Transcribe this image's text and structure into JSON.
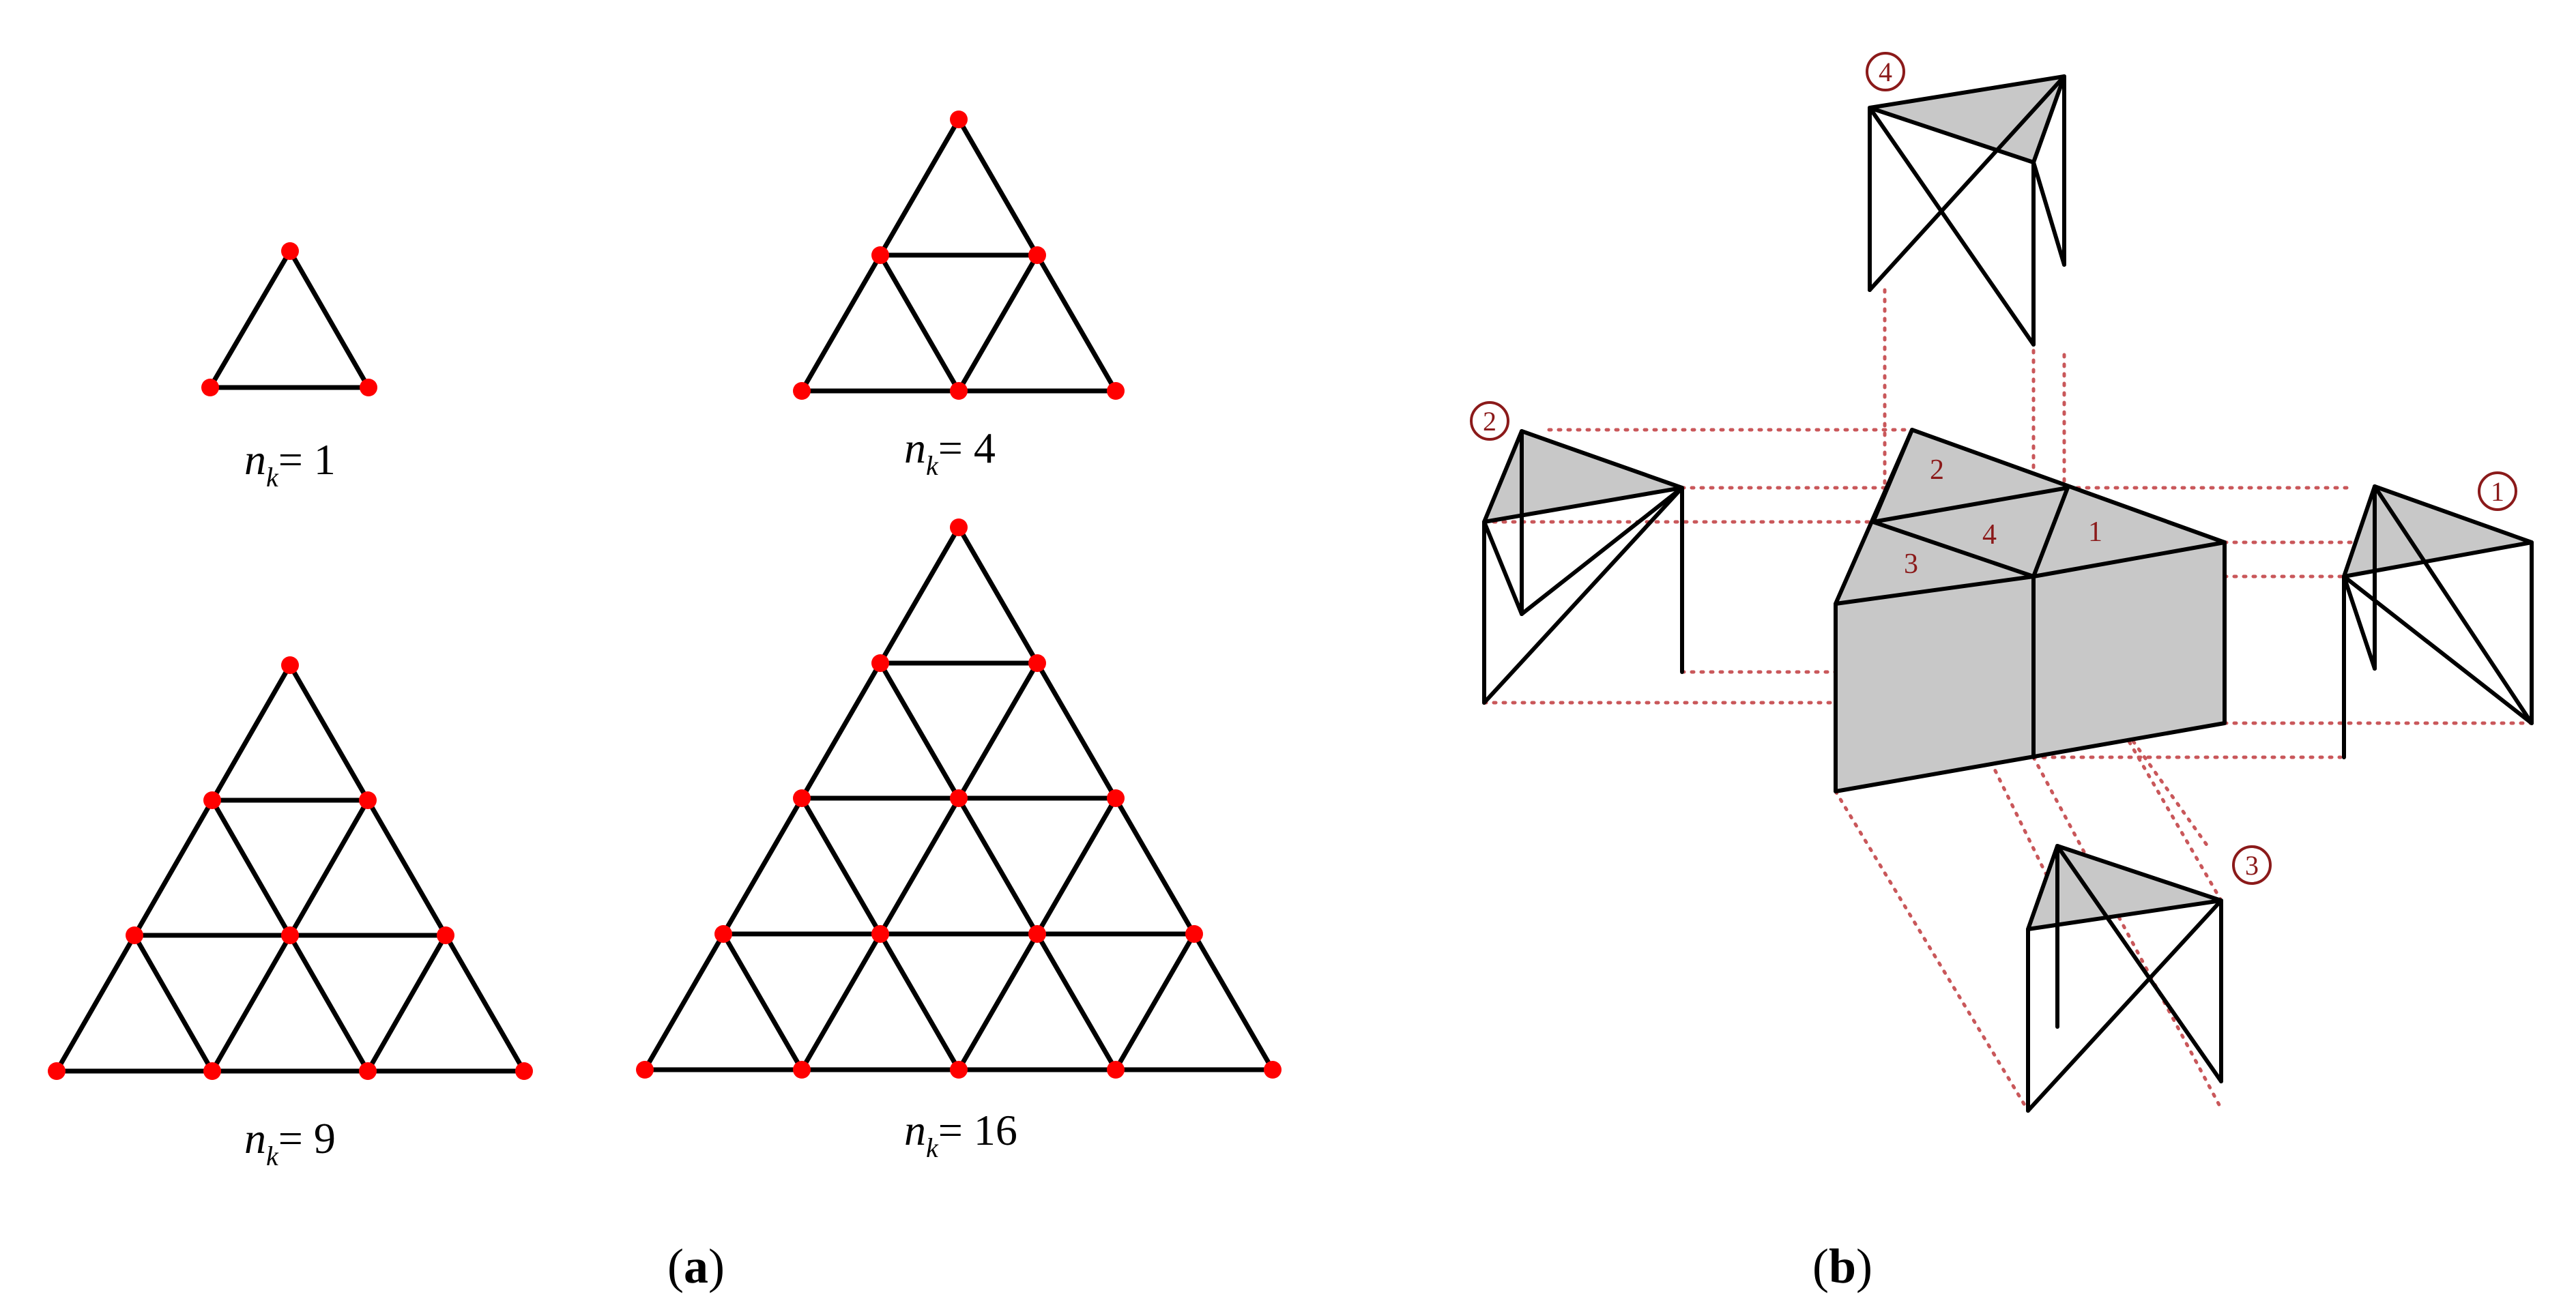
{
  "panel_a": {
    "label_open": "(",
    "label_letter": "a",
    "label_close": ")",
    "captions": [
      {
        "var": "n",
        "sub": "k",
        "text": "= 1"
      },
      {
        "var": "n",
        "sub": "k",
        "text": "= 4"
      },
      {
        "var": "n",
        "sub": "k",
        "text": "= 9"
      },
      {
        "var": "n",
        "sub": "k",
        "text": "= 16"
      }
    ],
    "node_color": "#ff0000"
  },
  "panel_b": {
    "label_open": "(",
    "label_letter": "b",
    "label_close": ")",
    "face_labels": [
      "1",
      "2",
      "3",
      "4"
    ],
    "view_labels": [
      "1",
      "2",
      "3",
      "4"
    ],
    "projection_color": "#c9575a",
    "shade_color": "#c8c8c8"
  }
}
